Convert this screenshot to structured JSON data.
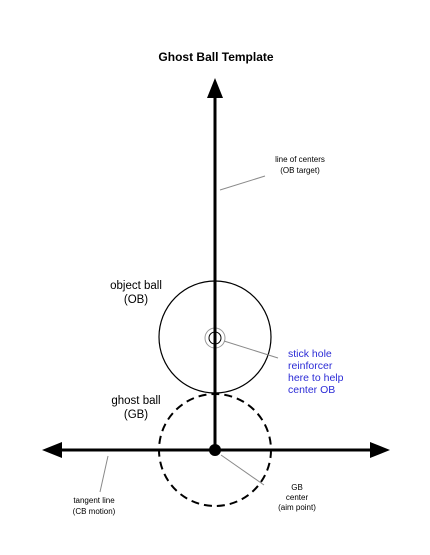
{
  "title": "Ghost Ball Template",
  "labels": {
    "line_of_centers": [
      "line of centers",
      "(OB target)"
    ],
    "object_ball": [
      "object ball",
      "(OB)"
    ],
    "stick_hole": [
      "stick hole",
      "reinforcer",
      "here to help",
      "center OB"
    ],
    "ghost_ball": [
      "ghost ball",
      "(GB)"
    ],
    "tangent_line": [
      "tangent line",
      "(CB motion)"
    ],
    "gb_center": [
      "GB",
      "center",
      "(aim point)"
    ]
  },
  "colors": {
    "ink": "#000000",
    "note_blue": "#2b2bd6",
    "leader_gray": "#8a8a8a",
    "reinforcer_gray": "#9a9a9a"
  }
}
